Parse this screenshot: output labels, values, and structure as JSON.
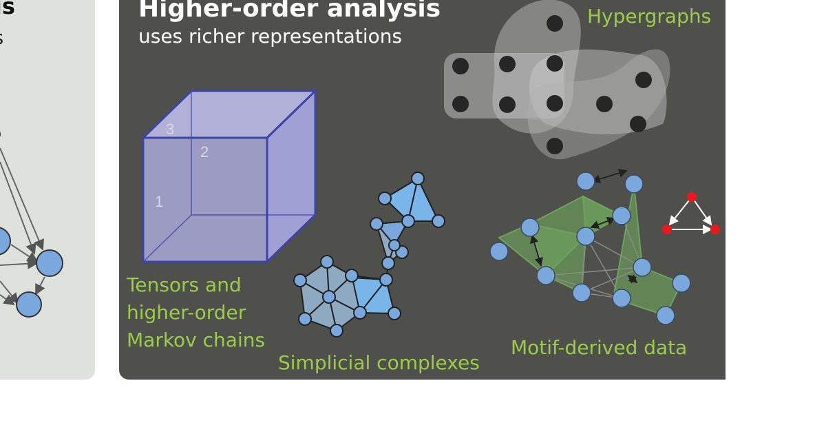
{
  "left_panel": {
    "title": "ysis",
    "subtitle": "ions"
  },
  "main_panel": {
    "title": "Higher-order analysis",
    "subtitle": "uses richer representations",
    "sections": {
      "hypergraphs": "Hypergraphs",
      "tensors_line1": "Tensors and",
      "tensors_line2": "higher-order",
      "tensors_line3": "Markov chains",
      "simplicial": "Simplicial complexes",
      "motif": "Motif-derived data"
    },
    "tensor_axis_labels": [
      "1",
      "2",
      "3"
    ]
  },
  "colors": {
    "panel_dark": "#4f4f4c",
    "panel_light": "#dfe2dc",
    "label_green": "#9ccd4a",
    "node_blue": "#7aa7dc",
    "cube_fill": "#b5b4ea",
    "cube_edge": "#3d44a8",
    "motif_red": "#e8191c"
  }
}
